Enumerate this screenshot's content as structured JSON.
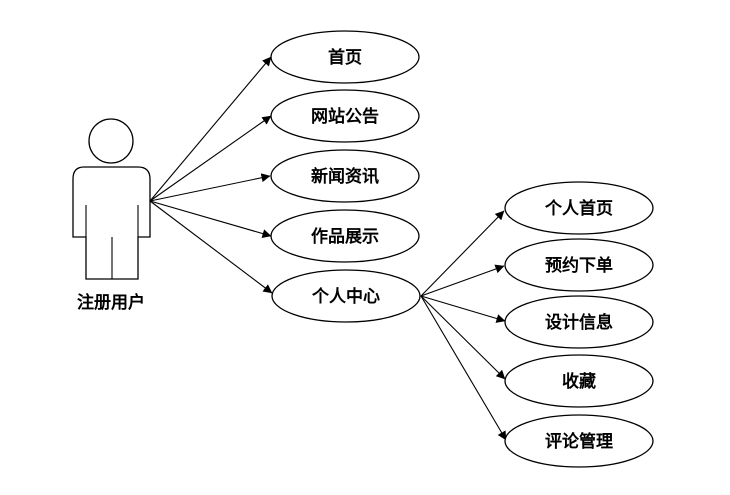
{
  "actor": {
    "label": "注册用户"
  },
  "use_cases": {
    "home": "首页",
    "announcements": "网站公告",
    "news": "新闻资讯",
    "works": "作品展示",
    "personal_center": "个人中心",
    "personal_home": "个人首页",
    "booking": "预约下单",
    "design_info": "设计信息",
    "favorites": "收藏",
    "comment_management": "评论管理"
  },
  "colors": {
    "stroke": "#000000",
    "fill": "#ffffff",
    "text": "#000000"
  }
}
